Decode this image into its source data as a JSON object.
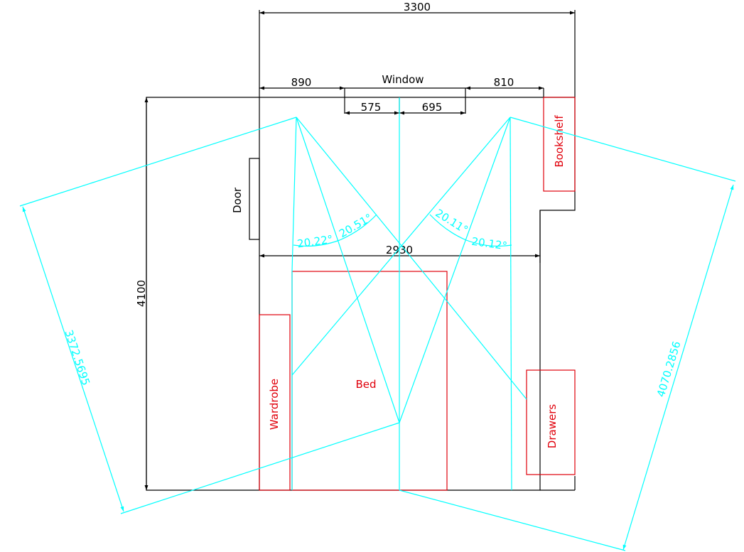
{
  "colors": {
    "outline": "#000000",
    "furniture": "#e0000b",
    "sightlines": "#00ffff",
    "background": "#ffffff"
  },
  "dimensions": {
    "overall_width": "3300",
    "left_to_window": "890",
    "window": "Window",
    "window_to_right": "810",
    "window_left_half": "575",
    "window_right_half": "695",
    "room_depth": "4100",
    "inner_width": "2930"
  },
  "labels": {
    "door": "Door",
    "bookshelf": "Bookshelf",
    "bed": "Bed",
    "wardrobe": "Wardrobe",
    "drawers": "Drawers"
  },
  "angles": {
    "left_outer": "20.22°",
    "left_inner": "20.51°",
    "right_inner": "20.11°",
    "right_outer": "20.12°"
  },
  "rotated_dims": {
    "left": "3372.5695",
    "right": "4070.2856"
  }
}
